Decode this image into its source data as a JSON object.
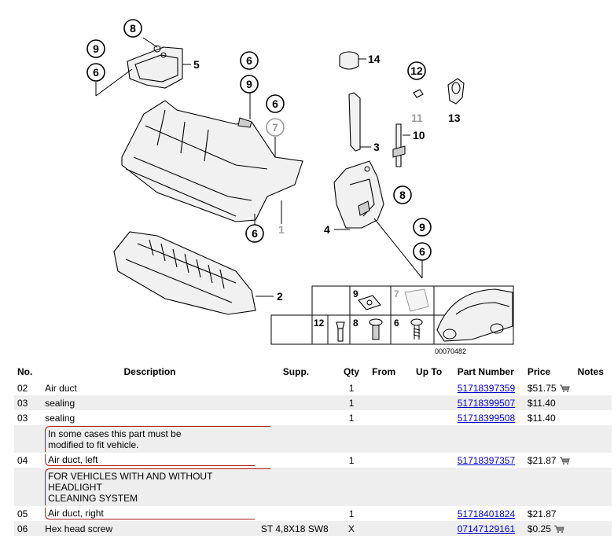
{
  "diagram": {
    "id_label": "00070482",
    "callouts": [
      "8",
      "9",
      "6",
      "6",
      "9",
      "6",
      "7",
      "6",
      "12",
      "11",
      "13",
      "8",
      "9",
      "6"
    ],
    "part_labels": [
      "5",
      "14",
      "3",
      "10",
      "1",
      "4",
      "2"
    ],
    "legend": [
      "9",
      "7",
      "12",
      "8",
      "6"
    ]
  },
  "table": {
    "headers": {
      "no": "No.",
      "description": "Description",
      "supp": "Supp.",
      "qty": "Qty",
      "from": "From",
      "upto": "Up To",
      "part_number": "Part Number",
      "price": "Price",
      "notes": "Notes"
    },
    "rows": [
      {
        "no": "02",
        "description": "Air duct",
        "supp": "",
        "qty": "1",
        "from": "",
        "upto": "",
        "part_number": "51718397359",
        "price": "$51.75",
        "cart": true
      },
      {
        "no": "03",
        "description": "sealing",
        "supp": "",
        "qty": "1",
        "from": "",
        "upto": "",
        "part_number": "51718399507",
        "price": "$11.40",
        "cart": false
      },
      {
        "no": "03",
        "description": "sealing",
        "supp": "",
        "qty": "1",
        "from": "",
        "upto": "",
        "part_number": "51718399508",
        "price": "$11.40",
        "cart": false
      }
    ],
    "note_1": [
      "In some cases this part must be",
      "modified to fit vehicle."
    ],
    "row_4": {
      "no": "04",
      "description": "Air duct, left",
      "qty": "1",
      "part_number": "51718397357",
      "price": "$21.87"
    },
    "note_2": [
      "FOR VEHICLES WITH AND WITHOUT HEADLIGHT",
      "CLEANING SYSTEM"
    ],
    "row_5": {
      "no": "05",
      "description": "Air duct, right",
      "qty": "1",
      "part_number": "51718401824",
      "price": "$21.87"
    },
    "row_6_partial": {
      "no": "06",
      "description": "Hex head screw",
      "supp": "ST 4,8X18 SW8",
      "qty": "X",
      "part_number": "07147129161",
      "price": "$0.25"
    }
  }
}
